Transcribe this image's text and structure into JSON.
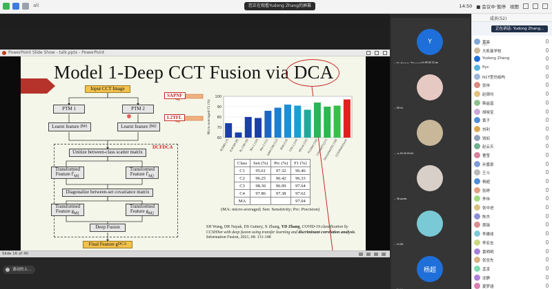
{
  "topbar": {
    "left_text": "ali",
    "share_text": "您正在观看Yudong Zhang的屏幕",
    "time": "14:50",
    "record": "■ 会议中·暂停",
    "view_label": "视图"
  },
  "ppt": {
    "titlebar": "PowerPoint Slide Show - talk.pptx - PowerPoint",
    "slide_status": "Slide 16 of 40"
  },
  "slide": {
    "title": "Model 1-Deep CCT Fusion via DCA",
    "flow": {
      "input": "Input CCT Image",
      "ptm1": "PTM 1",
      "ptm2": "PTM 2",
      "feat1": "Learnt feature f",
      "feat1_sub": "M1",
      "feat2": "Learnt feature f",
      "feat2_sub": "M2",
      "dcfdca": "DCFDCA",
      "unitize": "Unitize between-class scatter matrix",
      "trans1": "Transformed",
      "trans1b": "Feature f'",
      "trans1_sub": "M1",
      "trans2": "Transformed",
      "trans2b": "Feature f'",
      "trans2_sub": "M2",
      "diag": "Diagonalize between-set covariance matrix",
      "tf1": "Transformed",
      "tf1b": "Feature g",
      "tf1_sub": "M1",
      "tf2": "Transformed",
      "tf2b": "Feature g",
      "tf2_sub": "M2",
      "deep_fusion": "Deep Fusion",
      "final": "Final Feature g",
      "final_sub": "DCA",
      "sapnf": "SAPNF",
      "l2tfl": "L2TFL"
    },
    "table": {
      "header": [
        "Class",
        "Sen (%)",
        "Prc (%)",
        "F1 (%)"
      ],
      "rows": [
        [
          "C1",
          "95.61",
          "97.32",
          "96.46"
        ],
        [
          "C2",
          "96.25",
          "96.42",
          "96.33"
        ],
        [
          "C3",
          "98.30",
          "96.99",
          "97.64"
        ],
        [
          "C4",
          "97.86",
          "97.38",
          "97.62"
        ],
        [
          "MA",
          "",
          "",
          "97.04"
        ]
      ],
      "note": "(MA: micro-averaged; Sen: Sensitivity; Prc: Precision)"
    },
    "citation": {
      "authors_plain": "SH Wang, DR Nayak, DS Guttery, X Zhang, ",
      "authors_bold": "YD Zhang",
      "title_italic": "COVID-19 classification by CCSHNet with deep fusion using transfer learning and ",
      "title_bold": "discriminant correlation analysis",
      "venue": ". Information Fusion, 2021, 68: 131-148"
    }
  },
  "chart_data": {
    "type": "bar",
    "ylabel": "Micro-averaged F1 (%)",
    "categories": [
      "RCBBO [7]",
      "ELM-BA [8]",
      "RL-CNN [9]",
      "Mix-1 [10]",
      "Mix-2 [11]",
      "GAN-CNN [12]",
      "BNN [13]",
      "CSS-1 [14]",
      "MEnet [15]",
      "FCONet [16]",
      "COVNetTL[17]",
      "DenseNet201 [18]",
      "CCSHNet(Ours)"
    ],
    "values": [
      74,
      65,
      80,
      79,
      86,
      89,
      92,
      91,
      87,
      94,
      90,
      91,
      97
    ],
    "colors": [
      "#1a3fa8",
      "#1a3fa8",
      "#1a3fa8",
      "#1a3fa8",
      "#1c66c2",
      "#1c7fd1",
      "#1c8fd6",
      "#1a9fd2",
      "#20a99a",
      "#2fb35a",
      "#2cb84c",
      "#36c04a",
      "#e02020"
    ],
    "ylim": [
      60,
      100
    ],
    "grid": true,
    "legend": "none"
  },
  "bottom": {
    "task_label": "请动的上..."
  },
  "videos": [
    {
      "name": "Yudong Zhang的屏幕页面",
      "initial": "Y",
      "color": "#1e6fd9"
    },
    {
      "name": "国华",
      "initial": "",
      "color": "#e7c9c4"
    },
    {
      "name": "大凯曼学校",
      "initial": "",
      "color": "#c9b79a"
    },
    {
      "name": "费雨曦",
      "initial": "",
      "color": "#d7cfc8"
    },
    {
      "name": "刘明",
      "initial": "",
      "color": "#79c9d6"
    },
    {
      "name": "张悦",
      "initial": "杨超",
      "color": "#1e6fd9"
    }
  ],
  "side": {
    "top_label": "成员(52)",
    "banner": "正在讲话: Yudong Zhang...",
    "participants": [
      {
        "name": "黄晨",
        "sub": "(我)",
        "color": "#7fa7d9"
      },
      {
        "name": "大凯曼学校",
        "sub": "",
        "color": "#c9b79a"
      },
      {
        "name": "Yudong Zhang",
        "sub": "",
        "color": "#1e6fd9"
      },
      {
        "name": "flyc",
        "sub": "",
        "color": "#56b3e0"
      },
      {
        "name": "N1T型仿结构",
        "sub": "",
        "color": "#9cb6d8"
      },
      {
        "name": "张伟",
        "sub": "",
        "color": "#d98b7f"
      },
      {
        "name": "赵钢均",
        "sub": "",
        "color": "#e0c07f"
      },
      {
        "name": "韩益昌",
        "sub": "",
        "color": "#8fbf8f"
      },
      {
        "name": "胡晓宝",
        "sub": "",
        "color": "#c9a6d9"
      },
      {
        "name": "黄子",
        "sub": "",
        "color": "#4f8fd9"
      },
      {
        "name": "刘利",
        "sub": "",
        "color": "#d9a64f"
      },
      {
        "name": "钱如",
        "sub": "",
        "color": "#8fa0b8"
      },
      {
        "name": "赵云天",
        "sub": "",
        "color": "#6fb08f"
      },
      {
        "name": "曹莹",
        "sub": "",
        "color": "#d97f9c"
      },
      {
        "name": "孙嘉豪",
        "sub": "",
        "color": "#7f9cd9"
      },
      {
        "name": "王斗",
        "sub": "",
        "color": "#b8b8b8"
      },
      {
        "name": "杨超",
        "sub": "",
        "color": "#4f8fd9"
      },
      {
        "name": "张婷",
        "sub": "",
        "color": "#e0a07f"
      },
      {
        "name": "李伟",
        "sub": "",
        "color": "#9fd97f"
      },
      {
        "name": "张中进",
        "sub": "",
        "color": "#d9c07f"
      },
      {
        "name": "陈杰",
        "sub": "",
        "color": "#8f8fd9"
      },
      {
        "name": "周瑞",
        "sub": "",
        "color": "#d98f8f"
      },
      {
        "name": "李建成",
        "sub": "",
        "color": "#7fc9d9"
      },
      {
        "name": "李宏吉",
        "sub": "",
        "color": "#c9d97f"
      },
      {
        "name": "黄明明",
        "sub": "",
        "color": "#a67fd9"
      },
      {
        "name": "张至先",
        "sub": "",
        "color": "#d9b07f"
      },
      {
        "name": "孟凌",
        "sub": "",
        "color": "#7fd9b0"
      },
      {
        "name": "沈静",
        "sub": "",
        "color": "#b07fd9"
      },
      {
        "name": "夏梦涵",
        "sub": "",
        "color": "#d97fb0"
      }
    ]
  }
}
